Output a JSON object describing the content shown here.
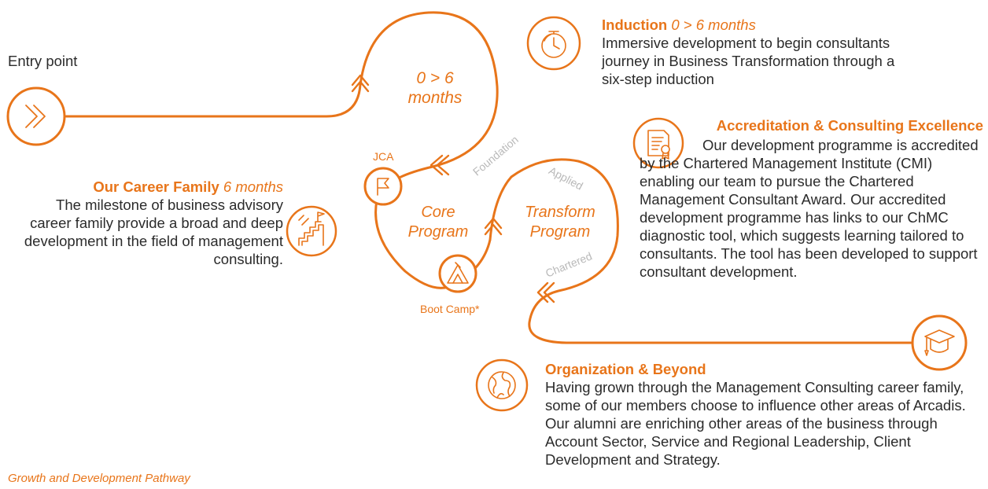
{
  "entry_point": "Entry point",
  "core_cycle": {
    "duration": "0 > 6 months"
  },
  "core_program": "Core Program",
  "transform_program": "Transform Program",
  "labels": {
    "jca": "JCA",
    "boot_camp": "Boot Camp*",
    "foundation": "Foundation",
    "applied": "Applied",
    "chartered": "Chartered"
  },
  "induction": {
    "title": "Induction",
    "duration": "0 > 6 months",
    "body": "Immersive development to begin consultants journey in Business Transformation through a six-step induction"
  },
  "career_family": {
    "title": "Our Career Family",
    "duration": "6 months",
    "body": "The milestone of business advisory career family provide a broad and deep development in the field of management consulting."
  },
  "accreditation": {
    "title": "Accreditation & Consulting Excellence",
    "body": "Our development programme is accredited by the Chartered Management Institute (CMI) enabling our team to pursue the Chartered Management Consultant Award. Our accredited development programme has links to our ChMC diagnostic tool, which suggests learning tailored to consultants. The tool has been developed to support consultant development."
  },
  "organization": {
    "title": "Organization & Beyond",
    "body": "Having grown through the Management Consulting career family, some of our members choose to influence other areas of Arcadis. Our alumni are enriching other areas of the business through Account Sector, Service and Regional Leadership, Client Development and Strategy."
  },
  "footer_caption": "Growth and Development Pathway",
  "colors": {
    "accent": "#e8751a",
    "text": "#2b2b2b",
    "muted": "#b9b9b9"
  },
  "icons": [
    "chevrons-right-icon",
    "stopwatch-icon",
    "certificate-icon",
    "stairs-flag-icon",
    "flag-icon",
    "tent-icon",
    "graduation-cap-icon",
    "globe-icon"
  ]
}
